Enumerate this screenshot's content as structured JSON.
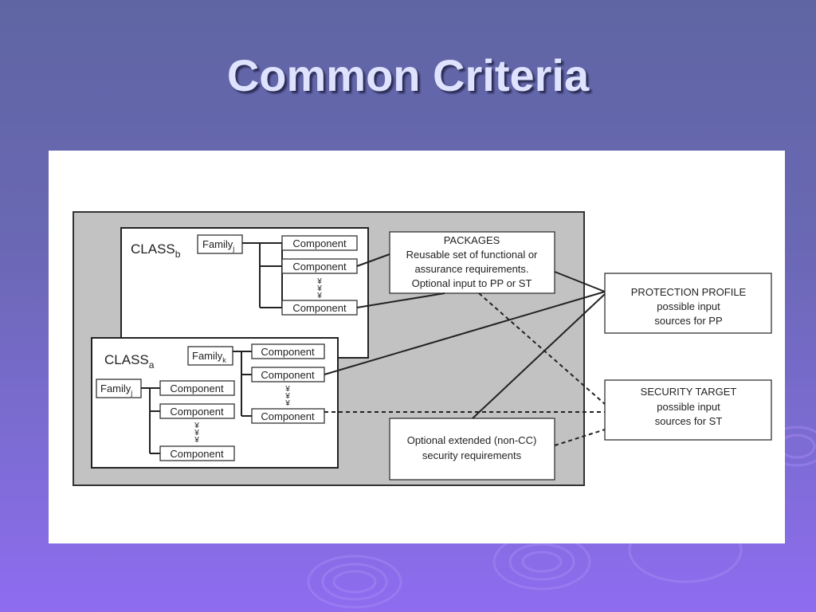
{
  "slide": {
    "title": "Common Criteria"
  },
  "diagram": {
    "class_b": {
      "label": "CLASS",
      "sub": "b",
      "family": "Family",
      "family_sub": "j",
      "components": [
        "Component",
        "Component",
        "Component"
      ]
    },
    "class_a": {
      "label": "CLASS",
      "sub": "a",
      "family_k": "Family",
      "family_k_sub": "k",
      "components_k": [
        "Component",
        "Component",
        "Component"
      ],
      "family_j": "Family",
      "family_j_sub": "j",
      "components_j": [
        "Component",
        "Component",
        "Component"
      ]
    },
    "ellipsis": "¥",
    "packages": {
      "lines": [
        "PACKAGES",
        "Reusable set of functional or",
        "assurance requirements.",
        "Optional input to PP or ST"
      ]
    },
    "extended": {
      "lines": [
        "Optional extended (non-CC)",
        "security requirements"
      ]
    },
    "protection_profile": {
      "lines": [
        "PROTECTION PROFILE",
        "possible input",
        "sources for PP"
      ]
    },
    "security_target": {
      "lines": [
        "SECURITY TARGET",
        "possible input",
        "sources for ST"
      ]
    }
  }
}
